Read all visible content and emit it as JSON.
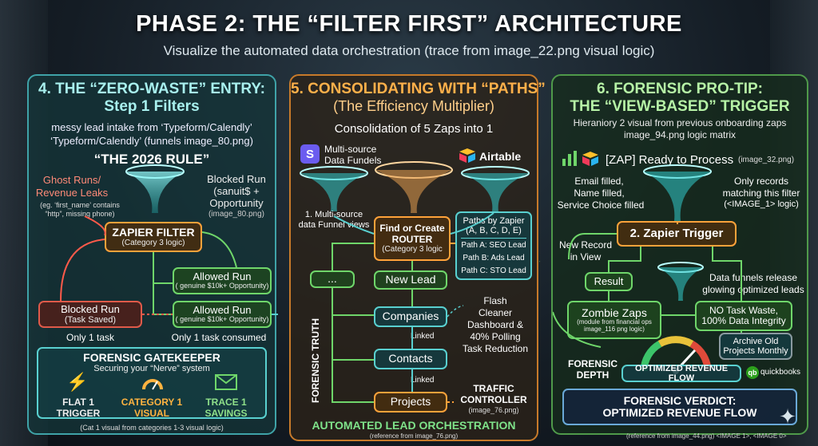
{
  "header": {
    "title": "PHASE 2: THE “FILTER FIRST” ARCHITECTURE",
    "subtitle": "Visualize the automated data orchestration  (trace from image_22.png visual logic)"
  },
  "panel4": {
    "title": "4. THE “ZERO-WASTE” ENTRY:",
    "title2": "Step 1 Filters",
    "desc1": "messy lead intake from ‘Typeform/Calendly’",
    "desc2": "‘Typeform/Calendly’ (funnels image_80.png)",
    "rule": "“THE 2026 RULE”",
    "ghost1": "Ghost Runs/",
    "ghost2": "Revenue Leaks",
    "ghost3": "(eg. ‘first_name’ contains",
    "ghost4": "“http”, missing phone)",
    "blocked_top1": "Blocked Run",
    "blocked_top2": "(sanuit$ +",
    "blocked_top3": "Opportunity",
    "blocked_top4": "(image_80.png)",
    "filter_label": "ZAPIER FILTER",
    "filter_sub": "(Category 3 logic)",
    "allowed1_label": "Allowed Run",
    "allowed1_sub": "( genuine $10k+ Opportunity)",
    "allowed2_label": "Allowed Run",
    "allowed2_sub": "( genuine $10k+ Opportunity)",
    "blocked_label": "Blocked Run",
    "blocked_sub": "(Task Saved)",
    "only1": "Only 1 task",
    "only1_consumed": "Only 1 task consumed",
    "gatekeeper_title": "FORENSIC GATEKEEPER",
    "gatekeeper_sub": "Securing your “Nerve” system",
    "g1": "FLAT 1",
    "g1b": "TRIGGER",
    "g2": "CATEGORY 1",
    "g2b": "VISUAL",
    "g3": "TRACE 1",
    "g3b": "SAVINGS",
    "footnote": "(Cat 1 visual from categories 1-3 visual logic)"
  },
  "panel5": {
    "title": "5. CONSOLIDATING WITH “PATHS”",
    "title2": "(The Efficiency Multiplier)",
    "consolidation": "Consolidation of 5 Zaps into 1",
    "multisource1": "Multi-source",
    "multisource2": "Data Fundels",
    "airtable": "Airtable",
    "funnel_note1": "1. Multi-source",
    "funnel_note2": "data Funnel views",
    "router1": "Find or Create",
    "router2": "ROUTER",
    "router3": "(Category 3 logic",
    "paths_title1": "Paths by Zapier",
    "paths_title2": "(A, B, C, D, E)",
    "path_a": "Path A: SEO Lead",
    "path_b": "Path B: Ads Lead",
    "path_c": "Path C: STO Lead",
    "ellipsis": "...",
    "new_lead": "New Lead",
    "forensic_truth": "FORENSIC TRUTH",
    "companies": "Companies",
    "contacts": "Contacts",
    "projects": "Projects",
    "linked1": "Linked",
    "linked2": "Linked",
    "flash1": "Flash",
    "flash2": "Cleaner",
    "flash3": "Dashboard &",
    "flash4": "40% Polling",
    "flash5": "Task Reduction",
    "traffic1": "TRAFFIC",
    "traffic2": "CONTROLLER",
    "traffic3": "(image_76.png)",
    "footer": "AUTOMATED LEAD ORCHESTRATION",
    "footer_sub": "(reference from image_76.png)"
  },
  "panel6": {
    "title1": "6. FORENSIC PRO-TIP:",
    "title2": "THE “VIEW-BASED” TRIGGER",
    "desc1": "Hieraniory 2 visual from previous onboarding zaps",
    "desc2": "image_94.png logic matrix",
    "ready": "[ZAP] Ready to Process",
    "ready_ref": "(image_32.png)",
    "email1": "Email filled,",
    "email2": "Name filled,",
    "email3": "Service Choice filled",
    "only1": "Only records",
    "only2": "matching this filter",
    "only3": "(<IMAGE_1> logic)",
    "trigger": "2. Zapier Trigger",
    "new_record1": "New Record",
    "new_record2": "in View",
    "result": "Result",
    "release1": "Data funnels release",
    "release2": "glowing optimized leads",
    "zombie": "Zombie Zaps",
    "zombie_sub1": "(module from financial ops",
    "zombie_sub2": "image_116 png logic)",
    "no_waste1": "NO Task Waste,",
    "no_waste2": "100% Data Integrity",
    "archive1": "Archive Old",
    "archive2": "Projects Monthly",
    "depth1": "FORENSIC",
    "depth2": "DEPTH",
    "optimized": "OPTIMIZED REVENUE FLOW",
    "quickbooks": "quickbooks",
    "verdict1": "FORENSIC VERDICT:",
    "verdict2": "OPTIMIZED REVENUE FLOW"
  },
  "footer_ref": "(reference from image_44.png) <IMAGE 1>, <IMAGE 0>",
  "colors": {
    "teal": "#59d0d0",
    "orange": "#ffa23a",
    "green": "#6fd66a",
    "red": "#e05a4a"
  }
}
